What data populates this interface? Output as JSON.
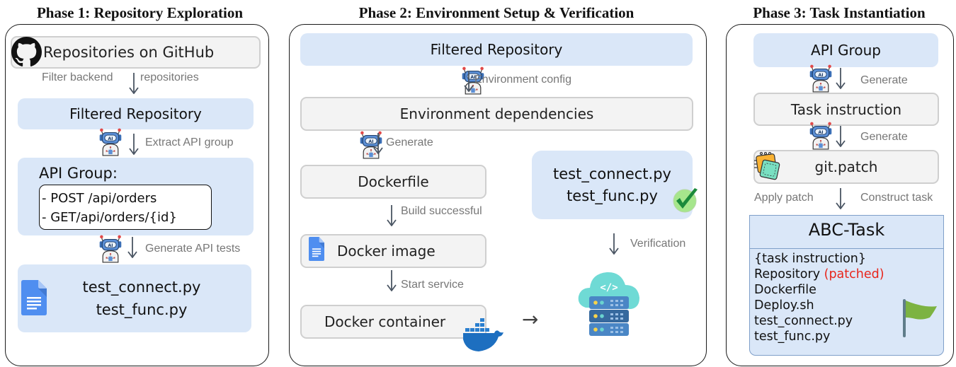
{
  "phases": [
    {
      "title": "Phase 1: Repository Exploration",
      "source_box": "Repositories on GitHub",
      "step1_label_left": "Filter backend",
      "step1_label_right": "repositories",
      "filtered_box": "Filtered Repository",
      "step2_label": "Extract API group",
      "api_group_title": "API Group:",
      "api_endpoints": [
        "- POST /api/orders",
        "- GET/api/orders/{id}"
      ],
      "step3_label": "Generate API tests",
      "test_files": [
        "test_connect.py",
        "test_func.py"
      ]
    },
    {
      "title": "Phase 2: Environment Setup & Verification",
      "filtered_box": "Filtered Repository",
      "env_config_label": "Environment config",
      "env_deps_box": "Environment dependencies",
      "generate_label": "Generate",
      "dockerfile_box": "Dockerfile",
      "build_label": "Build successful",
      "docker_image_box": "Docker image",
      "start_label": "Start service",
      "docker_container_box": "Docker container",
      "test_files": [
        "test_connect.py",
        "test_func.py"
      ],
      "verification_label": "Verification",
      "flow_arrow": "→"
    },
    {
      "title": "Phase 3: Task Instantiation",
      "api_group_box": "API Group",
      "generate_label_1": "Generate",
      "task_instruction_box": "Task instruction",
      "generate_label_2": "Generate",
      "patch_box": "git.patch",
      "apply_label": "Apply patch",
      "construct_label": "Construct task",
      "task_card": {
        "title": "ABC-Task",
        "items": [
          {
            "text": "{task instruction}",
            "suffix": ""
          },
          {
            "text": "Repository ",
            "suffix": "(patched)"
          },
          {
            "text": "Dockerfile",
            "suffix": ""
          },
          {
            "text": "Deploy.sh",
            "suffix": ""
          },
          {
            "text": "test_connect.py",
            "suffix": ""
          },
          {
            "text": "test_func.py",
            "suffix": ""
          }
        ]
      }
    }
  ],
  "colors": {
    "blue_box": "#dae7f8",
    "gray_box": "#f3f3f3",
    "patched": "#e8261c",
    "label_gray": "#777777"
  }
}
